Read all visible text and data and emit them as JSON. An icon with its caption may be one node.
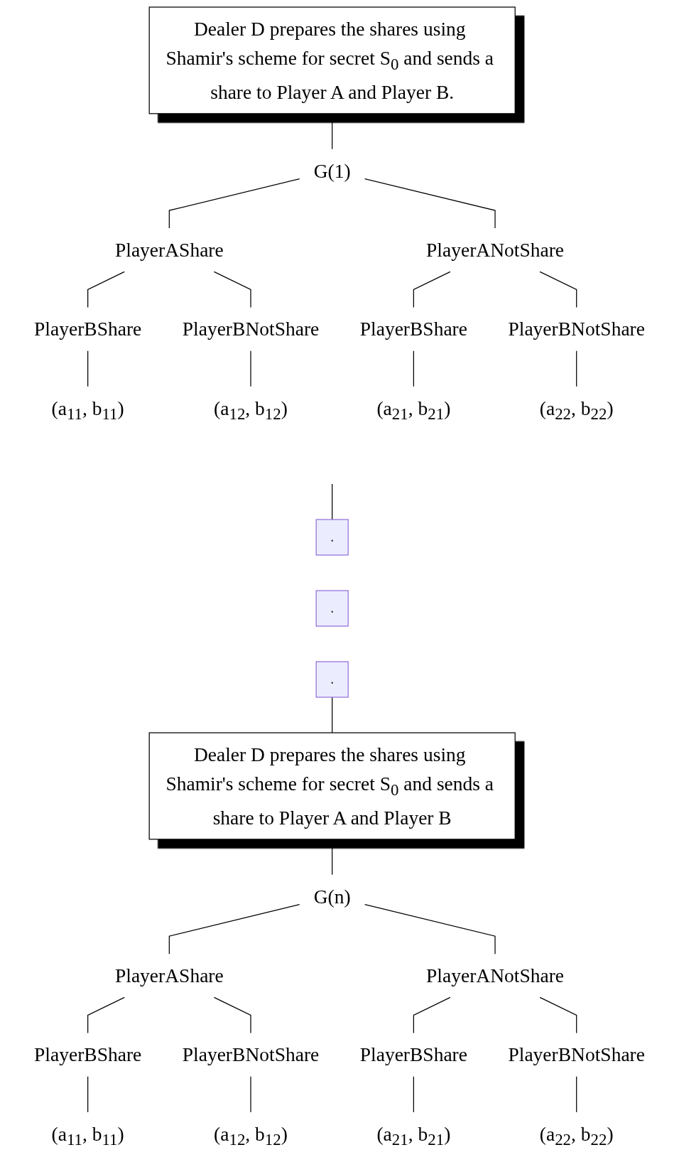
{
  "diagram": {
    "nodes": [
      {
        "text": [
          "Dealer D prepares the shares using Shamir's scheme for secret S$_{0}$ and sends a share to Player A and Player B."
        ]
      },
      {
        "text": [
          "G(1)"
        ]
      },
      {
        "text": [
          "PlayerAShare"
        ]
      },
      {
        "text": [
          "PlayerANotShare"
        ]
      },
      {
        "text": [
          "PlayerBShare"
        ]
      },
      {
        "text": [
          "PlayerBNotShare"
        ]
      },
      {
        "text": [
          "PlayerBShare"
        ]
      },
      {
        "text": [
          "PlayerBNotShare"
        ]
      },
      {
        "text": [
          "(a$_{11}$, b$_{11}$)"
        ]
      },
      {
        "text": [
          "(a$_{12}$, b$_{12}$)"
        ]
      },
      {
        "text": [
          "(a$_{21}$, b$_{21}$)"
        ]
      },
      {
        "text": [
          "(a$_{22}$, b$_{22}$)"
        ]
      },
      {
        "text": [
          "."
        ]
      },
      {
        "text": [
          "."
        ]
      },
      {
        "text": [
          "."
        ]
      },
      {
        "text": [
          "Dealer D prepares the shares using Shamir's scheme for secret S$_{0}$ and sends a share to Player A and Player B"
        ]
      },
      {
        "text": [
          "G(n)"
        ]
      },
      {
        "text": [
          "PlayerAShare"
        ]
      },
      {
        "text": [
          "PlayerANotShare"
        ]
      },
      {
        "text": [
          "PlayerBShare"
        ]
      },
      {
        "text": [
          "PlayerBNotShare"
        ]
      },
      {
        "text": [
          "PlayerBShare"
        ]
      },
      {
        "text": [
          "PlayerBNotShare"
        ]
      },
      {
        "text": [
          "(a$_{11}$, b$_{11}$)"
        ]
      },
      {
        "text": [
          "(a$_{12}$, b$_{12}$)"
        ]
      },
      {
        "text": [
          "(a$_{21}$, b$_{21}$)"
        ]
      },
      {
        "text": [
          "(a$_{22}$, b$_{22}$)"
        ]
      }
    ],
    "edges": [
      {
        "from": 0,
        "to": 1,
        "arrow": "none"
      },
      {
        "from": 1,
        "to": 2,
        "arrow": "none"
      },
      {
        "from": 1,
        "to": 3,
        "arrow": "none"
      },
      {
        "from": 2,
        "to": 4,
        "arrow": "none"
      },
      {
        "from": 2,
        "to": 5,
        "arrow": "none"
      },
      {
        "from": 3,
        "to": 6,
        "arrow": "none"
      },
      {
        "from": 3,
        "to": 7,
        "arrow": "none"
      },
      {
        "from": 4,
        "to": 8,
        "arrow": "none"
      },
      {
        "from": 5,
        "to": 9,
        "arrow": "none"
      },
      {
        "from": 6,
        "to": 10,
        "arrow": "none"
      },
      {
        "from": 7,
        "to": 11,
        "arrow": "none"
      },
      {
        "from": null,
        "to": 12,
        "arrow": "none"
      },
      {
        "from": 14,
        "to": 15,
        "arrow": "none"
      },
      {
        "from": 15,
        "to": 16,
        "arrow": "none"
      },
      {
        "from": 16,
        "to": 17,
        "arrow": "none"
      },
      {
        "from": 16,
        "to": 18,
        "arrow": "none"
      },
      {
        "from": 17,
        "to": 19,
        "arrow": "none"
      },
      {
        "from": 17,
        "to": 20,
        "arrow": "none"
      },
      {
        "from": 18,
        "to": 21,
        "arrow": "none"
      },
      {
        "from": 18,
        "to": 22,
        "arrow": "none"
      },
      {
        "from": 19,
        "to": 23,
        "arrow": "none"
      },
      {
        "from": 20,
        "to": 24,
        "arrow": "none"
      },
      {
        "from": 21,
        "to": 25,
        "arrow": "none"
      },
      {
        "from": 22,
        "to": 26,
        "arrow": "none"
      }
    ]
  }
}
